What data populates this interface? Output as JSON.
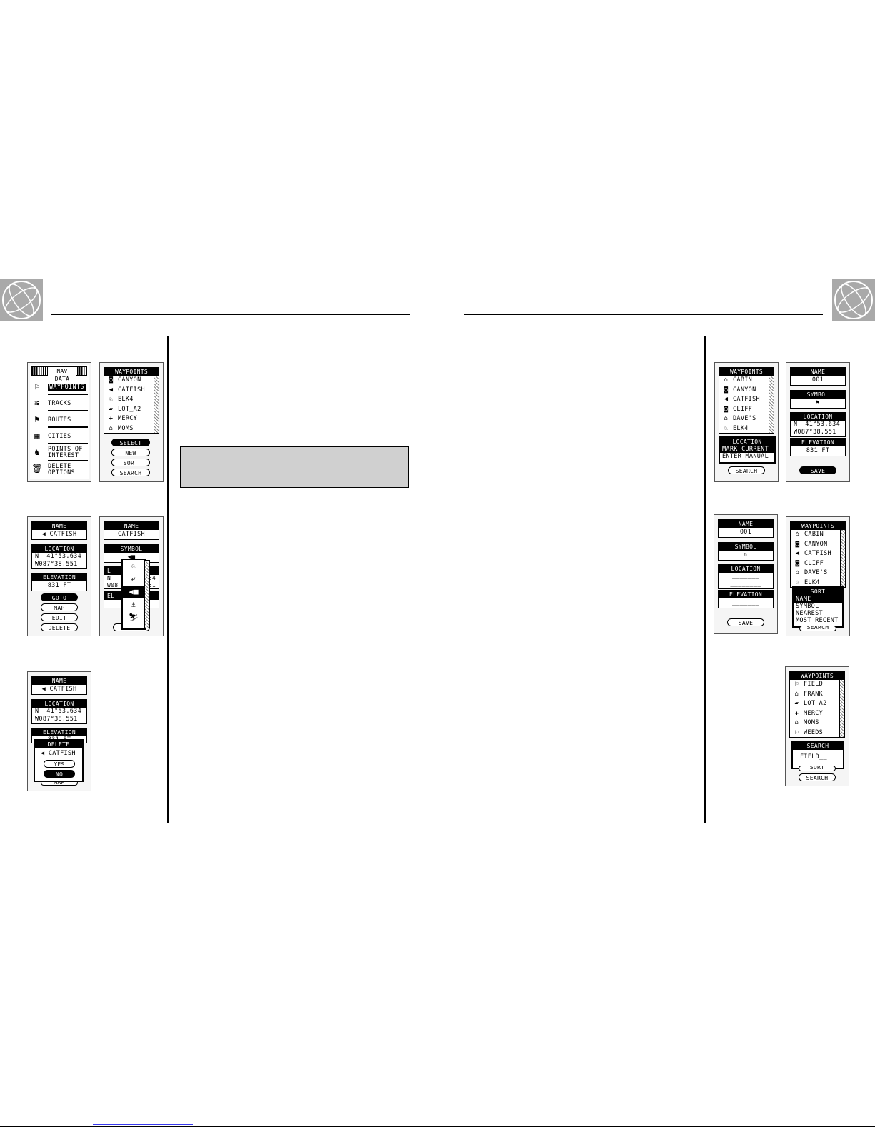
{
  "screens": {
    "navdata": {
      "title": "NAV DATA",
      "items": [
        "WAYPOINTS",
        "TRACKS",
        "ROUTES",
        "CITIES",
        "POINTS OF\nINTEREST",
        "DELETE\nOPTIONS"
      ]
    },
    "wp_list_1": {
      "title": "WAYPOINTS",
      "rows": [
        "CANYON",
        "CATFISH",
        "ELK4",
        "LOT_A2",
        "MERCY",
        "MOMS"
      ],
      "buttons": [
        "SELECT",
        "NEW",
        "SORT",
        "SEARCH"
      ]
    },
    "wp_detail": {
      "name_label": "NAME",
      "name_value": "CATFISH",
      "location_label": "LOCATION",
      "lat": "N  41°53.634",
      "lon": "W087°38.551",
      "elevation_label": "ELEVATION",
      "elevation_value": "831 ft",
      "buttons": [
        "GOTO",
        "MAP",
        "EDIT",
        "DELETE"
      ]
    },
    "wp_symbol_edit": {
      "name_label": "NAME",
      "name_value": "CATFISH",
      "symbol_label": "SYMBOL",
      "partial_lat": "N   4",
      "partial_lon": "W08",
      "partial_lat_end": "34",
      "partial_lon_end": "51",
      "partial_elev": "EL"
    },
    "wp_delete": {
      "name_label": "NAME",
      "name_value": "CATFISH",
      "location_label": "LOCATION",
      "lat": "N  41°53.634",
      "lon": "W087°38.551",
      "elevation_label": "ELEVATION",
      "elevation_partial": "831 ft",
      "popup_title": "DELETE",
      "popup_name": "CATFISH",
      "yes": "YES",
      "no": "NO",
      "hidden_btn": "MAP"
    },
    "wp_list_2": {
      "title": "WAYPOINTS",
      "rows": [
        "CABIN",
        "CANYON",
        "CATFISH",
        "CLIFF",
        "DAVE'S",
        "ELK4"
      ],
      "location_title": "LOCATION",
      "options": [
        "MARK CURRENT",
        "ENTER MANUAL"
      ],
      "search_btn": "SEARCH"
    },
    "new_wp": {
      "name_label": "NAME",
      "name_value": "001",
      "symbol_label": "SYMBOL",
      "symbol_value": "⚑",
      "location_label": "LOCATION",
      "lat": "N  41°53.634",
      "lon": "W087°38.551",
      "elevation_label": "ELEVATION",
      "elevation_value": "831 ft",
      "save": "SAVE"
    },
    "manual_wp": {
      "name_label": "NAME",
      "name_value": "001",
      "symbol_label": "SYMBOL",
      "location_label": "LOCATION",
      "lat": "_______",
      "lon": "________",
      "elevation_label": "ELEVATION",
      "elevation_value": "_______",
      "save": "SAVE"
    },
    "wp_sort": {
      "title": "WAYPOINTS",
      "rows": [
        "CABIN",
        "CANYON",
        "CATFISH",
        "CLIFF",
        "DAVE'S",
        "ELK4"
      ],
      "sort_title": "SORT",
      "options": [
        "NAME",
        "SYMBOL",
        "NEAREST",
        "MOST RECENT"
      ],
      "partial_btn": "SEARCH"
    },
    "wp_search": {
      "title": "WAYPOINTS",
      "rows": [
        "FIELD",
        "FRANK",
        "LOT_A2",
        "MERCY",
        "MOMS",
        "WEEDS"
      ],
      "search_title": "SEARCH",
      "search_value": "FIELD__",
      "partial_btn": "SORT",
      "search_btn": "SEARCH"
    }
  }
}
